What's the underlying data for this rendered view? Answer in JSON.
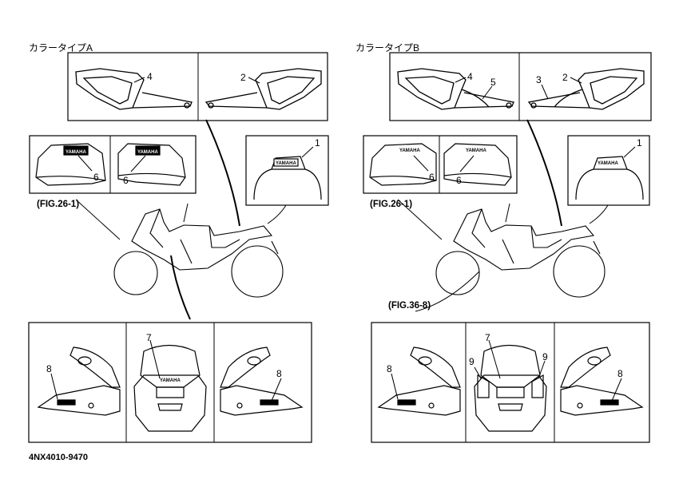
{
  "diagram": {
    "panel_a": {
      "title": "カラータイプA",
      "fig_ref": "(FIG.26-1)",
      "callouts": [
        "4",
        "2",
        "6",
        "6",
        "1",
        "7",
        "8",
        "8"
      ],
      "emblem_text": "YAMAHA"
    },
    "panel_b": {
      "title": "カラータイプB",
      "fig_ref_top": "(FIG.26-1)",
      "fig_ref_bottom": "(FIG.36-8)",
      "callouts": [
        "4",
        "5",
        "3",
        "2",
        "6",
        "6",
        "1",
        "7",
        "9",
        "9",
        "8",
        "8"
      ],
      "emblem_text": "YAMAHA"
    },
    "part_code": "4NX4010-9470"
  }
}
